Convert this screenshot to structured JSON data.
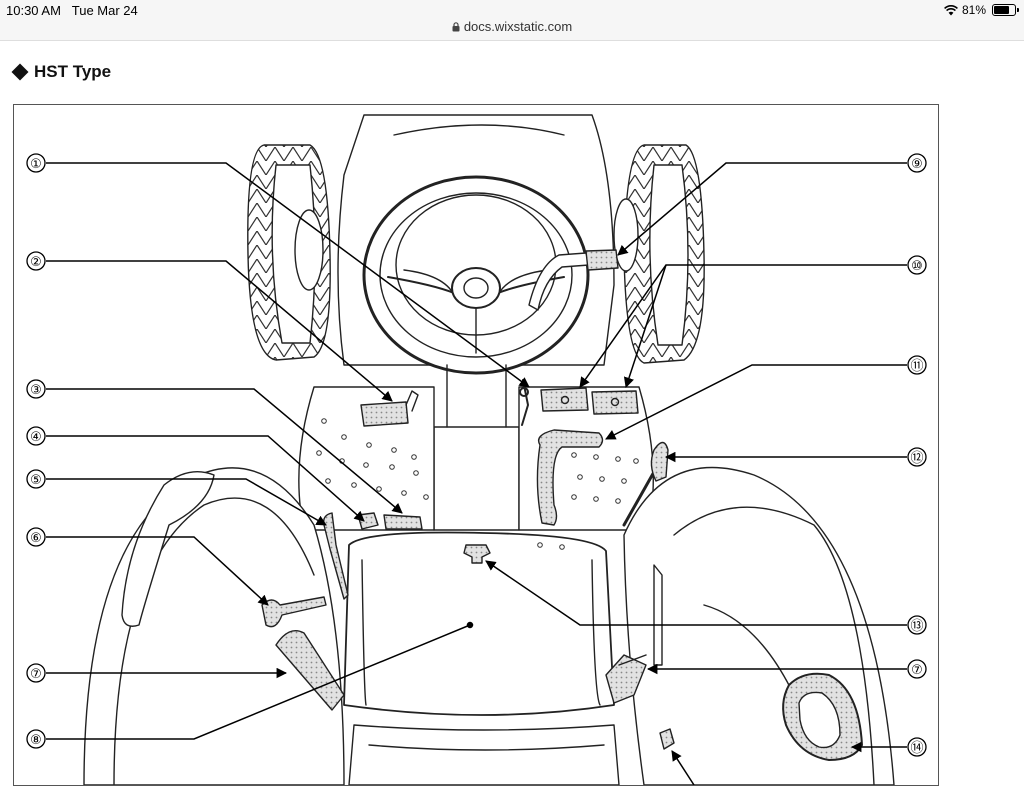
{
  "status_bar": {
    "time": "10:30 AM",
    "date": "Tue Mar 24",
    "battery": "81%",
    "battery_level": 0.81,
    "url": "docs.wixstatic.com"
  },
  "section": {
    "title": "HST Type"
  },
  "callouts": [
    {
      "id": "c1",
      "label": "①"
    },
    {
      "id": "c2",
      "label": "②"
    },
    {
      "id": "c3",
      "label": "③"
    },
    {
      "id": "c4",
      "label": "④"
    },
    {
      "id": "c5",
      "label": "⑤"
    },
    {
      "id": "c6",
      "label": "⑥"
    },
    {
      "id": "c7l",
      "label": "⑦"
    },
    {
      "id": "c8",
      "label": "⑧"
    },
    {
      "id": "c9",
      "label": "⑨"
    },
    {
      "id": "c10",
      "label": "⑩"
    },
    {
      "id": "c11",
      "label": "⑪"
    },
    {
      "id": "c12",
      "label": "⑫"
    },
    {
      "id": "c13",
      "label": "⑬"
    },
    {
      "id": "c7r",
      "label": "⑦"
    },
    {
      "id": "c14",
      "label": "⑭"
    }
  ]
}
